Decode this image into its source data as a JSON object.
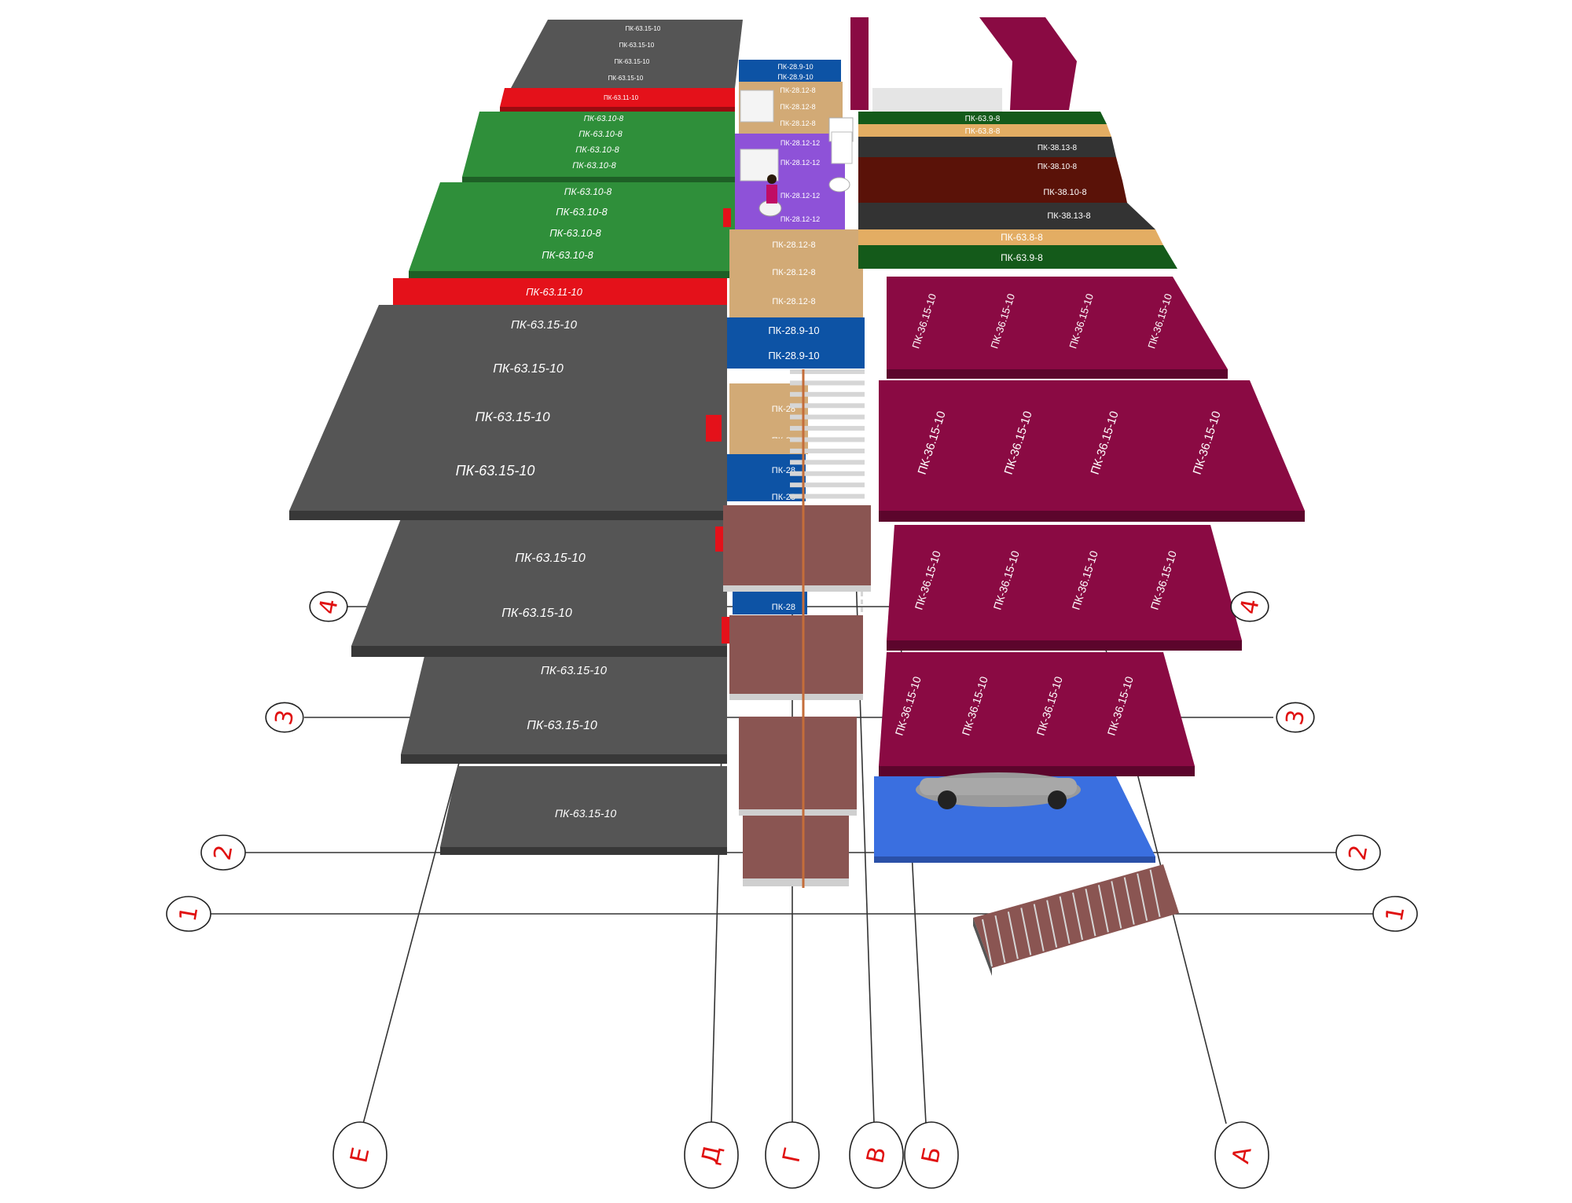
{
  "colors": {
    "gray_slab": "#555555",
    "gray_slab_side": "#3a3a3a",
    "green_slab": "#2f8f3a",
    "red_slab": "#e4111a",
    "magenta_slab": "#8a0a43",
    "magenta_side": "#5c052c",
    "blue_slab": "#0d53a5",
    "tan_slab": "#d2aa76",
    "purple_slab": "#8e52d8",
    "dark_slab": "#333333",
    "brown_slab": "#5a1208",
    "orange_slab": "#e3ad63",
    "darkgreen_slab": "#145a1a",
    "granite": "#8a5552",
    "floor_blue": "#3a6fe0",
    "axis_red": "#e01010"
  },
  "axes": {
    "rows": [
      "1",
      "2",
      "3",
      "4"
    ],
    "columns": [
      "Е",
      "Д",
      "Г",
      "В",
      "Б",
      "А"
    ]
  },
  "slabs": {
    "left_top": [
      "ПК-63.15-10",
      "ПК-63.15-10",
      "ПК-63.15-10",
      "ПК-63.15-10"
    ],
    "left_top_red": "ПК-63.11-10",
    "left_green_1": [
      "ПК-63.10-8",
      "ПК-63.10-8",
      "ПК-63.10-8",
      "ПК-63.10-8"
    ],
    "left_green_2": [
      "ПК-63.10-8",
      "ПК-63.10-8",
      "ПК-63.10-8",
      "ПК-63.10-8"
    ],
    "left_red_2": "ПК-63.11-10",
    "left_big": [
      "ПК-63.15-10",
      "ПК-63.15-10",
      "ПК-63.15-10",
      "ПК-63.15-10"
    ],
    "left_floor3": [
      "ПК-63.15-10",
      "ПК-63.15-10"
    ],
    "left_floor2": [
      "ПК-63.15-10",
      "ПК-63.15-10"
    ],
    "left_floor1": [
      "ПК-63.15-10"
    ],
    "center_top": [
      "ПК-28.9-10",
      "ПК-28.9-10",
      "ПК-28.12-8",
      "ПК-28.12-8",
      "ПК-28.12-8"
    ],
    "center_purple": [
      "ПК-28.12-12",
      "ПК-28.12-12",
      "ПК-28.12-12",
      "ПК-28.12-12"
    ],
    "center_tan": [
      "ПК-28.12-8",
      "ПК-28.12-8",
      "ПК-28.12-8"
    ],
    "center_blue": [
      "ПК-28.9-10",
      "ПК-28.9-10"
    ],
    "center_lower": [
      "ПК-28",
      "ПК-28",
      "ПК-28",
      "ПК-28",
      "ПК-28"
    ],
    "right_strips": [
      "ПК-63.9-8",
      "ПК-63.8-8",
      "ПК-38.13-8",
      "ПК-38.10-8",
      "ПК-38.10-8",
      "ПК-38.13-8",
      "ПК-63.8-8",
      "ПК-63.9-8"
    ],
    "right_magenta": [
      "ПК-36.15-10",
      "ПК-36.15-10",
      "ПК-36.15-10",
      "ПК-36.15-10"
    ]
  }
}
